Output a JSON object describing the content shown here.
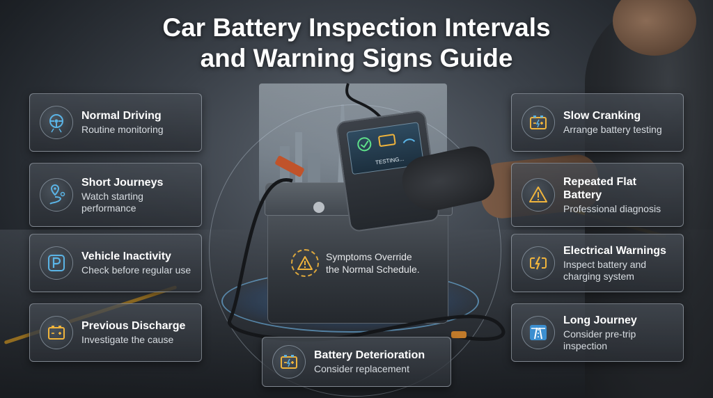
{
  "title_line1": "Car Battery Inspection Intervals",
  "title_line2": "and Warning Signs Guide",
  "scanner_screen_text": "TESTING...",
  "center_note_line1": "Symptoms Override",
  "center_note_line2": "the Normal Schedule.",
  "left_cards": [
    {
      "title": "Normal Driving",
      "subtitle": "Routine monitoring",
      "icon": "steering-wheel-icon"
    },
    {
      "title": "Short Journeys",
      "subtitle": "Watch starting performance",
      "icon": "route-pin-icon"
    },
    {
      "title": "Vehicle Inactivity",
      "subtitle": "Check before regular use",
      "icon": "parking-icon"
    },
    {
      "title": "Previous Discharge",
      "subtitle": "Investigate the cause",
      "icon": "battery-icon"
    }
  ],
  "right_cards": [
    {
      "title": "Slow Cranking",
      "subtitle": "Arrange battery testing",
      "icon": "battery-charge-icon"
    },
    {
      "title": "Repeated Flat Battery",
      "subtitle": "Professional diagnosis",
      "icon": "warning-icon"
    },
    {
      "title": "Electrical Warnings",
      "subtitle": "Inspect battery and charging system",
      "icon": "battery-bolt-icon"
    },
    {
      "title": "Long Journey",
      "subtitle": "Consider pre-trip inspection",
      "icon": "highway-icon"
    }
  ],
  "bottom_card": {
    "title": "Battery Deterioration",
    "subtitle": "Consider replacement",
    "icon": "battery-charge-icon"
  },
  "colors": {
    "accent_amber": "#f0b43c",
    "icon_blue": "#5ab4e6",
    "card_border": "#c8d2dc"
  }
}
